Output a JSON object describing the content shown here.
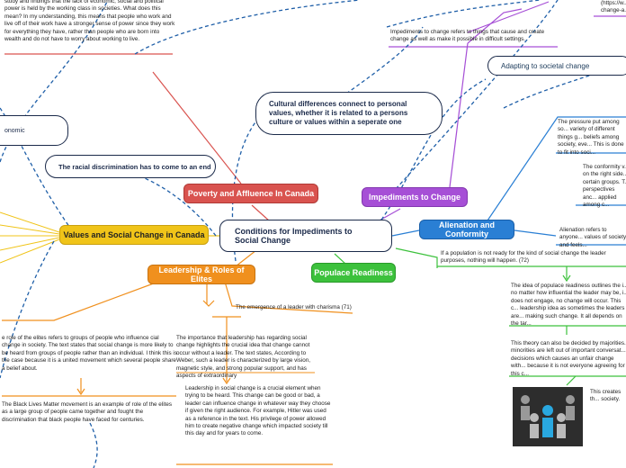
{
  "central": {
    "title": "Conditions for Impediments to Social Change"
  },
  "branches": {
    "poverty": "Poverty and Affluence In Canada",
    "values": "Values and Social Change in Canada",
    "leadership": "Leadership & Roles of Elites",
    "populace": "Populace Readiness",
    "impediments": "Impediments to Change",
    "alienation": "Alienation and Conformity"
  },
  "subtopics": {
    "cultural": "Cultural differences connect to personal values, whether it is related to a persons culture or values within a seperate one",
    "racial": "The racial discrimination has to come to an end",
    "economic": "onomic",
    "adapting": "Adapting to societal change"
  },
  "notes": {
    "top_left": "study and findings that the lack of economic, social and political power is held by the working class in societies. What does this mean? In my understanding, this means that people who work and live off of their work have a stronger sense of power since they work for everything they have, rather than people who are born into wealth and do not have to worry about working to live.",
    "top_right_link": "(https://w... change-a...",
    "impediments_def": "Impediments to change refers to things that cause and create change as well as make it possible in difficult settings.",
    "pressure": "The pressure put among so... variety of different things g... beliefs among society, eve... This is done to fit into soci...",
    "conformity": "The conformity v... on the right side... certain groups. T... perspectives anc... applied among c...",
    "alienation_def": "Alienation refers to anyone... values of society and feels...",
    "populace_def": "If a population is not ready for the kind of social change the leader purposes, nothing will happen. (72)",
    "populace_idea": "The idea of populace readiness outlines the i... no matter how influential the leader may be, i... does not engage, no change will occur. This c... leadership idea as sometimes the leaders are... making such change. It all depends on the tar...",
    "majorities": "This theory can also be decided by majorities... minorities are left out of important conversat... decisions which causes an unfair change with... because it is not everyone agreeing for this c...",
    "creates": "This creates th... society.",
    "charisma": "The emergence of a leader with charisma (71)",
    "elites_role": "e role of the elites refers to groups of people who influence cial change in society. The text states that social change is more likely to be heard from groups of people rather than an individual. I think this is the case because it is a united movement which several people share a belief about.",
    "importance": "The importance that leadership has regarding social change highlights the crucial idea that change cannot occur without a leader. The text states, According to Weber, such a leader is characterized by large vision, magnetic style, and strong popular support, and has aspects of extraordinary",
    "crucial": "Leadership in social change is a crucial element when trying to be heard. This change can be good or bad, a leader can influence change in whatever way they choose if given the right audience. For example, Hitler was used as a reference in the text. His privilege of power allowed him to create negative change which impacted society till this day and for years to come.",
    "blm": "The Black Lives Matter movement is an example of role of the elites as a large group of people came together and fought the discrimination that black people have faced for centuries."
  },
  "colors": {
    "poverty": "#d9534f",
    "values": "#f0c419",
    "leadership": "#f0901e",
    "populace": "#3cc13c",
    "impediments": "#a64fd6",
    "alienation": "#2a7fd4",
    "central_border": "#1b2a4a",
    "dashed": "#1f5fa8"
  },
  "icons": [
    "people-network-image"
  ]
}
